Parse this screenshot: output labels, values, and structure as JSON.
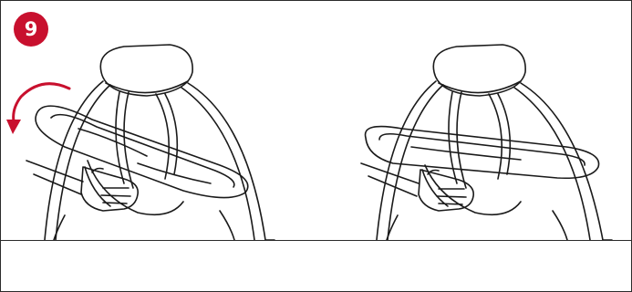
{
  "step": {
    "number": "9",
    "badge_color": "#c8102e"
  },
  "illustrations": [
    {
      "name": "before",
      "icon": "swing-seat-rotate-with-arrow",
      "arrow_color": "#c8102e"
    },
    {
      "name": "after",
      "icon": "swing-seat-rotated"
    }
  ],
  "colors": {
    "line": "#1a1a1a",
    "accent": "#c8102e",
    "background": "#ffffff"
  }
}
